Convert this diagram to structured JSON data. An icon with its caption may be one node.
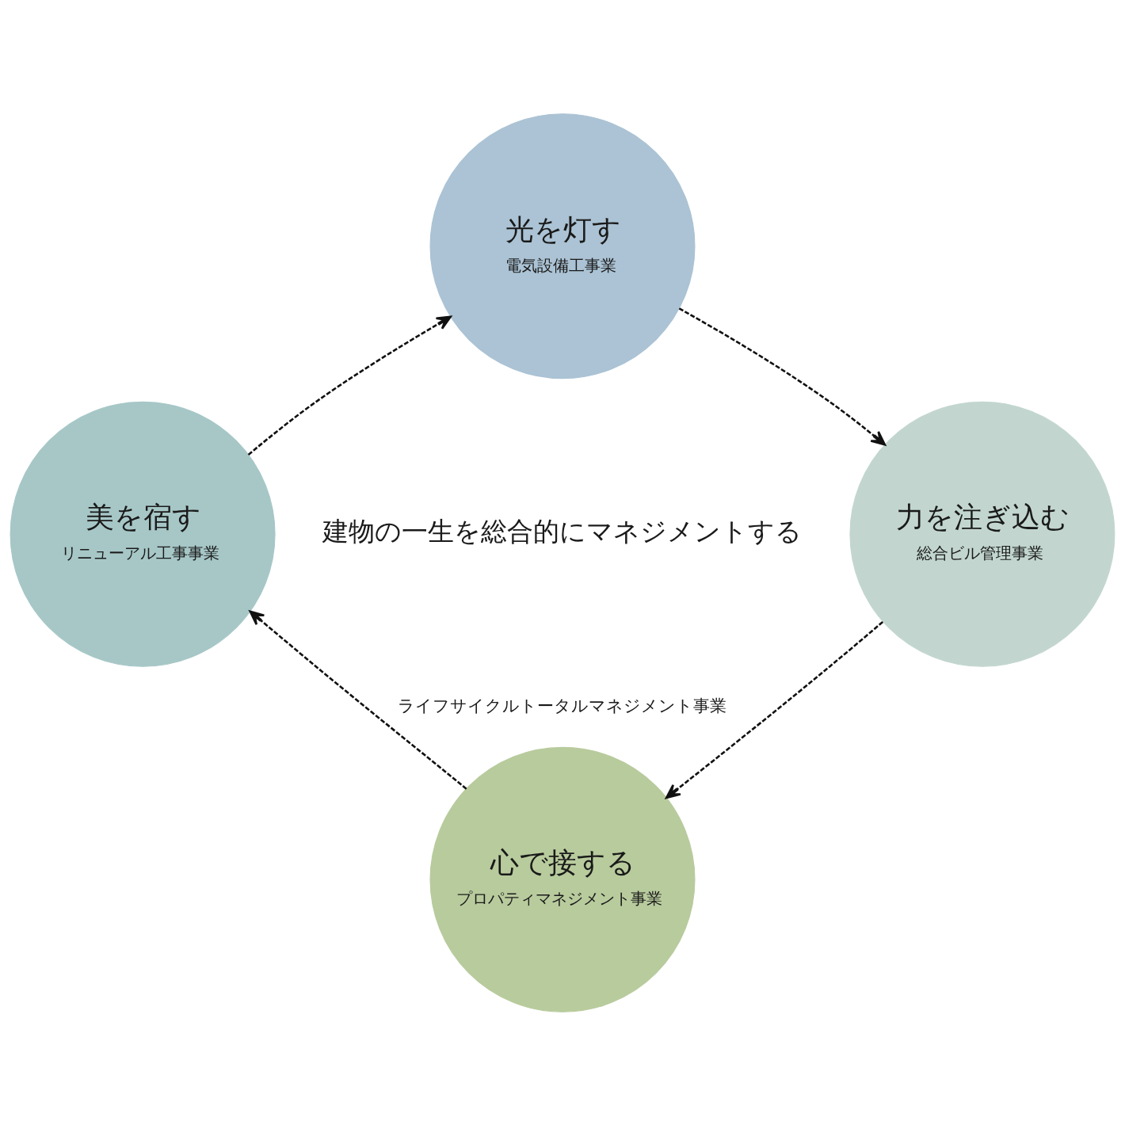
{
  "diagram": {
    "nodes": [
      {
        "text": [
          "光を灯す",
          "電気設備工事業"
        ]
      },
      {
        "text": [
          "力を注ぎ込む",
          "総合ビル管理事業"
        ]
      },
      {
        "text": [
          "心で接する",
          "プロパティマネジメント事業"
        ]
      },
      {
        "text": [
          "美を宿す",
          "リニューアル工事事業"
        ]
      }
    ],
    "edges": [
      {
        "from": 0,
        "to": 1,
        "arrow": "to",
        "style": "dashed"
      },
      {
        "from": 1,
        "to": 2,
        "arrow": "to",
        "style": "dashed"
      },
      {
        "from": 2,
        "to": 3,
        "arrow": "to",
        "style": "dashed"
      },
      {
        "from": 3,
        "to": 0,
        "arrow": "to",
        "style": "dashed"
      }
    ],
    "labels": [
      "建物の一生を総合的にマネジメントする",
      "ライフサイクルトータルマネジメント事業"
    ]
  }
}
